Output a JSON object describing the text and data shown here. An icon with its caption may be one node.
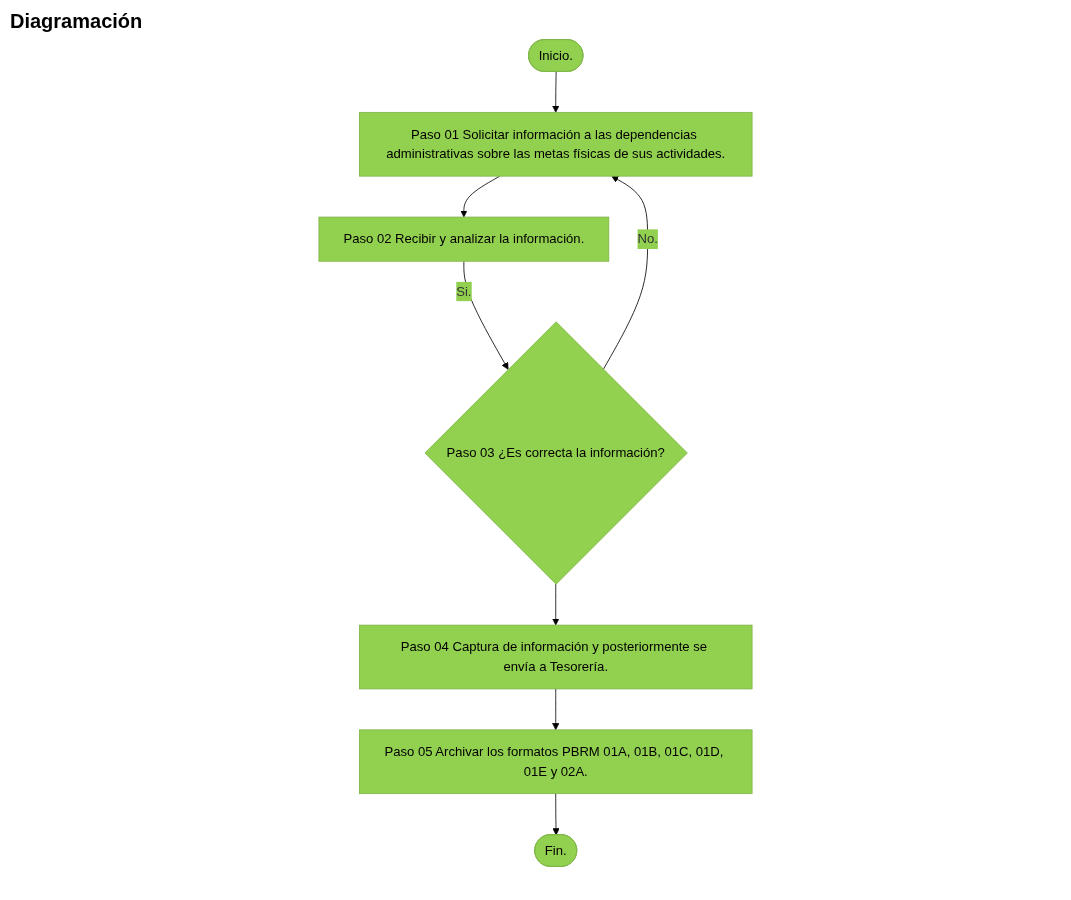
{
  "diagram": {
    "title": "Diagramación",
    "nodes": [
      {
        "text": [
          "Inicio."
        ]
      },
      {
        "text": [
          "Paso 01 Solicitar información a las dependencias administrativas sobre las metas físicas de sus actividades."
        ]
      },
      {
        "text": [
          "Paso 02 Recibir y analizar la información."
        ]
      },
      {
        "text": [
          "Paso 03 ¿Es correcta la información?"
        ]
      },
      {
        "text": [
          "Paso 04 Captura de información y posteriormente se envía a Tesorería."
        ]
      },
      {
        "text": [
          "Paso 05 Archivar los formatos PBRM 01A, 01B, 01C, 01D, 01E y 02A."
        ]
      },
      {
        "text": [
          "Fin."
        ]
      }
    ],
    "edges": [
      {
        "from": 0,
        "to": 1,
        "arrow": "to"
      },
      {
        "from": 1,
        "to": 2,
        "arrow": "to"
      },
      {
        "from": 2,
        "to": 3,
        "arrow": "to",
        "label": "Si."
      },
      {
        "from": 3,
        "to": 1,
        "arrow": "to",
        "label": "No."
      },
      {
        "from": 3,
        "to": 4,
        "arrow": "to"
      },
      {
        "from": 4,
        "to": 5,
        "arrow": "to"
      },
      {
        "from": 5,
        "to": 6,
        "arrow": "to"
      }
    ]
  }
}
